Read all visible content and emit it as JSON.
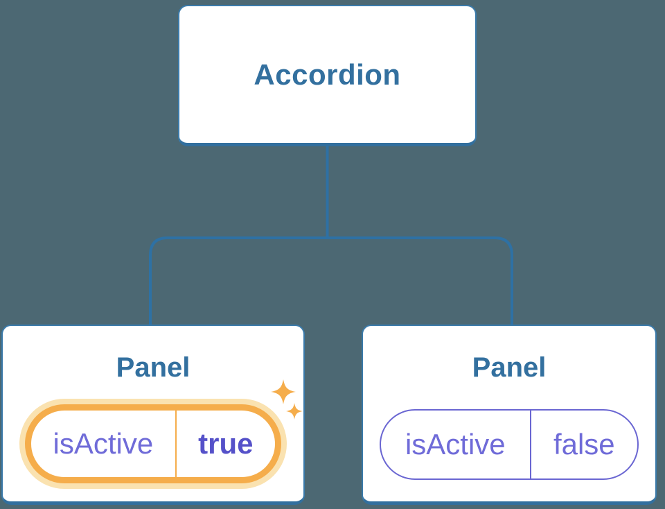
{
  "colors": {
    "background": "#4C6873",
    "node_fill": "#FFFFFF",
    "node_border": "#3A7AAA",
    "node_border_bottom": "#326F9E",
    "node_text": "#33709F",
    "connector": "#2E71A4",
    "state_text": "#6F6BD8",
    "state_value_active": "#5551C9",
    "active_ring": "#F5AD4B",
    "active_ring_glow": "#FAE2B0",
    "inactive_ring": "#6A66D2"
  },
  "tree": {
    "root": {
      "label": "Accordion"
    },
    "children": [
      {
        "title": "Panel",
        "state": {
          "name": "isActive",
          "value": "true"
        },
        "active": true,
        "has_sparkles": true
      },
      {
        "title": "Panel",
        "state": {
          "name": "isActive",
          "value": "false"
        },
        "active": false,
        "has_sparkles": false
      }
    ]
  }
}
